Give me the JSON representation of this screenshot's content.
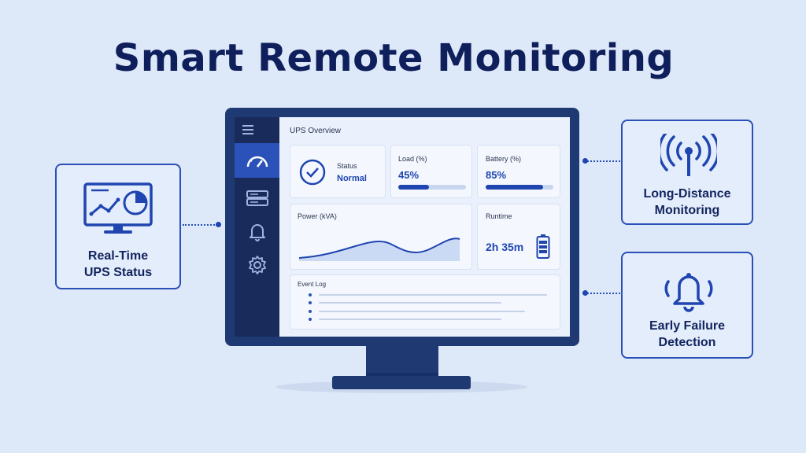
{
  "title": "Smart Remote Monitoring",
  "features": {
    "left": {
      "label_line1": "Real-Time",
      "label_line2": "UPS Status",
      "icon": "monitor-chart-icon"
    },
    "top_right": {
      "label_line1": "Long-Distance",
      "label_line2": "Monitoring",
      "icon": "antenna-signal-icon"
    },
    "bottom_right": {
      "label_line1": "Early Failure",
      "label_line2": "Detection",
      "icon": "bell-alert-icon"
    }
  },
  "dashboard": {
    "header": "UPS Overview",
    "sidebar": [
      {
        "name": "menu",
        "icon": "hamburger-icon"
      },
      {
        "name": "gauge",
        "icon": "gauge-icon",
        "active": true
      },
      {
        "name": "server",
        "icon": "server-icon"
      },
      {
        "name": "alerts",
        "icon": "bell-icon"
      },
      {
        "name": "settings",
        "icon": "gear-icon"
      }
    ],
    "status": {
      "label": "Status",
      "value": "Normal",
      "icon": "check-circle-icon"
    },
    "load": {
      "label": "Load (%)",
      "value": "45%",
      "fill": 0.45
    },
    "battery": {
      "label": "Battery (%)",
      "value": "85%",
      "fill": 0.85
    },
    "power": {
      "label": "Power (kVA)"
    },
    "runtime": {
      "label": "Runtime",
      "value": "2h 35m",
      "icon": "battery-icon"
    },
    "event_log": {
      "label": "Event Log",
      "entries": 4
    }
  },
  "colors": {
    "accent": "#1f45b0",
    "navy": "#12245e",
    "background": "#dde8f8"
  }
}
